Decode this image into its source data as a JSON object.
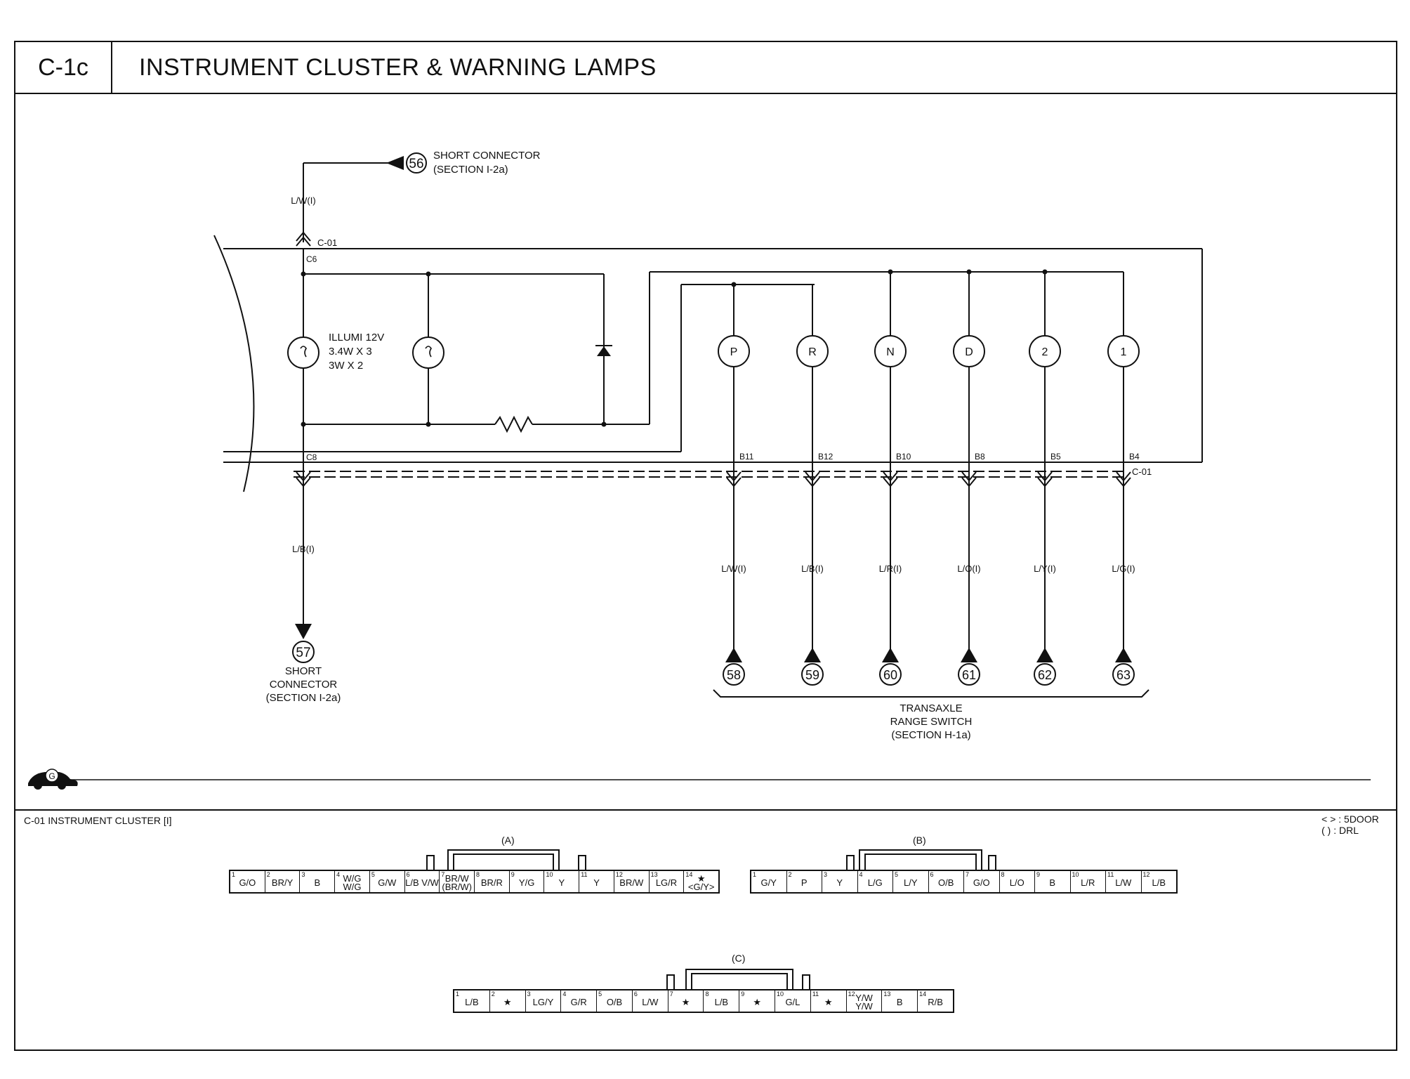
{
  "header": {
    "code": "C-1c",
    "title": "INSTRUMENT CLUSTER & WARNING LAMPS"
  },
  "diagram": {
    "short_connector_56": {
      "num": "56",
      "line1": "SHORT CONNECTOR",
      "line2": "(SECTION I-2a)"
    },
    "short_connector_57": {
      "num": "57",
      "line1": "SHORT",
      "line2": "CONNECTOR",
      "line3": "(SECTION I-2a)"
    },
    "wire_top": "L/W(I)",
    "wire_bottom": "L/B(I)",
    "connector_c01_top": "C-01",
    "connector_c01_right": "C-01",
    "pin_c6": "C6",
    "pin_c8": "C8",
    "illumi": {
      "line1": "ILLUMI 12V",
      "line2": "3.4W X 3",
      "line3": "3W X 2"
    },
    "lamps": [
      {
        "letter": "P",
        "pin": "B11",
        "wire": "L/W(I)",
        "dest": "58"
      },
      {
        "letter": "R",
        "pin": "B12",
        "wire": "L/B(I)",
        "dest": "59"
      },
      {
        "letter": "N",
        "pin": "B10",
        "wire": "L/R(I)",
        "dest": "60"
      },
      {
        "letter": "D",
        "pin": "B8",
        "wire": "L/O(I)",
        "dest": "61"
      },
      {
        "letter": "2",
        "pin": "B5",
        "wire": "L/Y(I)",
        "dest": "62"
      },
      {
        "letter": "1",
        "pin": "B4",
        "wire": "L/G(I)",
        "dest": "63"
      }
    ],
    "transaxle": {
      "line1": "TRANSAXLE",
      "line2": "RANGE SWITCH",
      "line3": "(SECTION H-1a)"
    },
    "car_badge": "G"
  },
  "connector_section": {
    "title": "C-01 INSTRUMENT CLUSTER [I]",
    "legend": {
      "line1": "< > : 5DOOR",
      "line2": "( ) : DRL"
    },
    "A": {
      "label": "(A)",
      "pins": [
        {
          "n": "1",
          "l": "G/O"
        },
        {
          "n": "2",
          "l": "BR/Y"
        },
        {
          "n": "3",
          "l": "B"
        },
        {
          "n": "4",
          "l": "W/G W/G"
        },
        {
          "n": "5",
          "l": "G/W"
        },
        {
          "n": "6",
          "l": "L/B V/W"
        },
        {
          "n": "7",
          "l": "BR/W (BR/W)"
        },
        {
          "n": "8",
          "l": "BR/R"
        },
        {
          "n": "9",
          "l": "Y/G"
        },
        {
          "n": "10",
          "l": "Y"
        },
        {
          "n": "11",
          "l": "Y"
        },
        {
          "n": "12",
          "l": "BR/W"
        },
        {
          "n": "13",
          "l": "LG/R"
        },
        {
          "n": "14",
          "l": "★ <G/Y>"
        }
      ]
    },
    "B": {
      "label": "(B)",
      "pins": [
        {
          "n": "1",
          "l": "G/Y"
        },
        {
          "n": "2",
          "l": "P"
        },
        {
          "n": "3",
          "l": "Y"
        },
        {
          "n": "4",
          "l": "L/G"
        },
        {
          "n": "5",
          "l": "L/Y"
        },
        {
          "n": "6",
          "l": "O/B"
        },
        {
          "n": "7",
          "l": "G/O"
        },
        {
          "n": "8",
          "l": "L/O"
        },
        {
          "n": "9",
          "l": "B"
        },
        {
          "n": "10",
          "l": "L/R"
        },
        {
          "n": "11",
          "l": "L/W"
        },
        {
          "n": "12",
          "l": "L/B"
        }
      ]
    },
    "C": {
      "label": "(C)",
      "pins": [
        {
          "n": "1",
          "l": "L/B"
        },
        {
          "n": "2",
          "l": "★"
        },
        {
          "n": "3",
          "l": "LG/Y"
        },
        {
          "n": "4",
          "l": "G/R"
        },
        {
          "n": "5",
          "l": "O/B"
        },
        {
          "n": "6",
          "l": "L/W"
        },
        {
          "n": "7",
          "l": "★"
        },
        {
          "n": "8",
          "l": "L/B"
        },
        {
          "n": "9",
          "l": "★"
        },
        {
          "n": "10",
          "l": "G/L"
        },
        {
          "n": "11",
          "l": "★"
        },
        {
          "n": "12",
          "l": "Y/W Y/W"
        },
        {
          "n": "13",
          "l": "B"
        },
        {
          "n": "14",
          "l": "R/B"
        }
      ]
    }
  }
}
